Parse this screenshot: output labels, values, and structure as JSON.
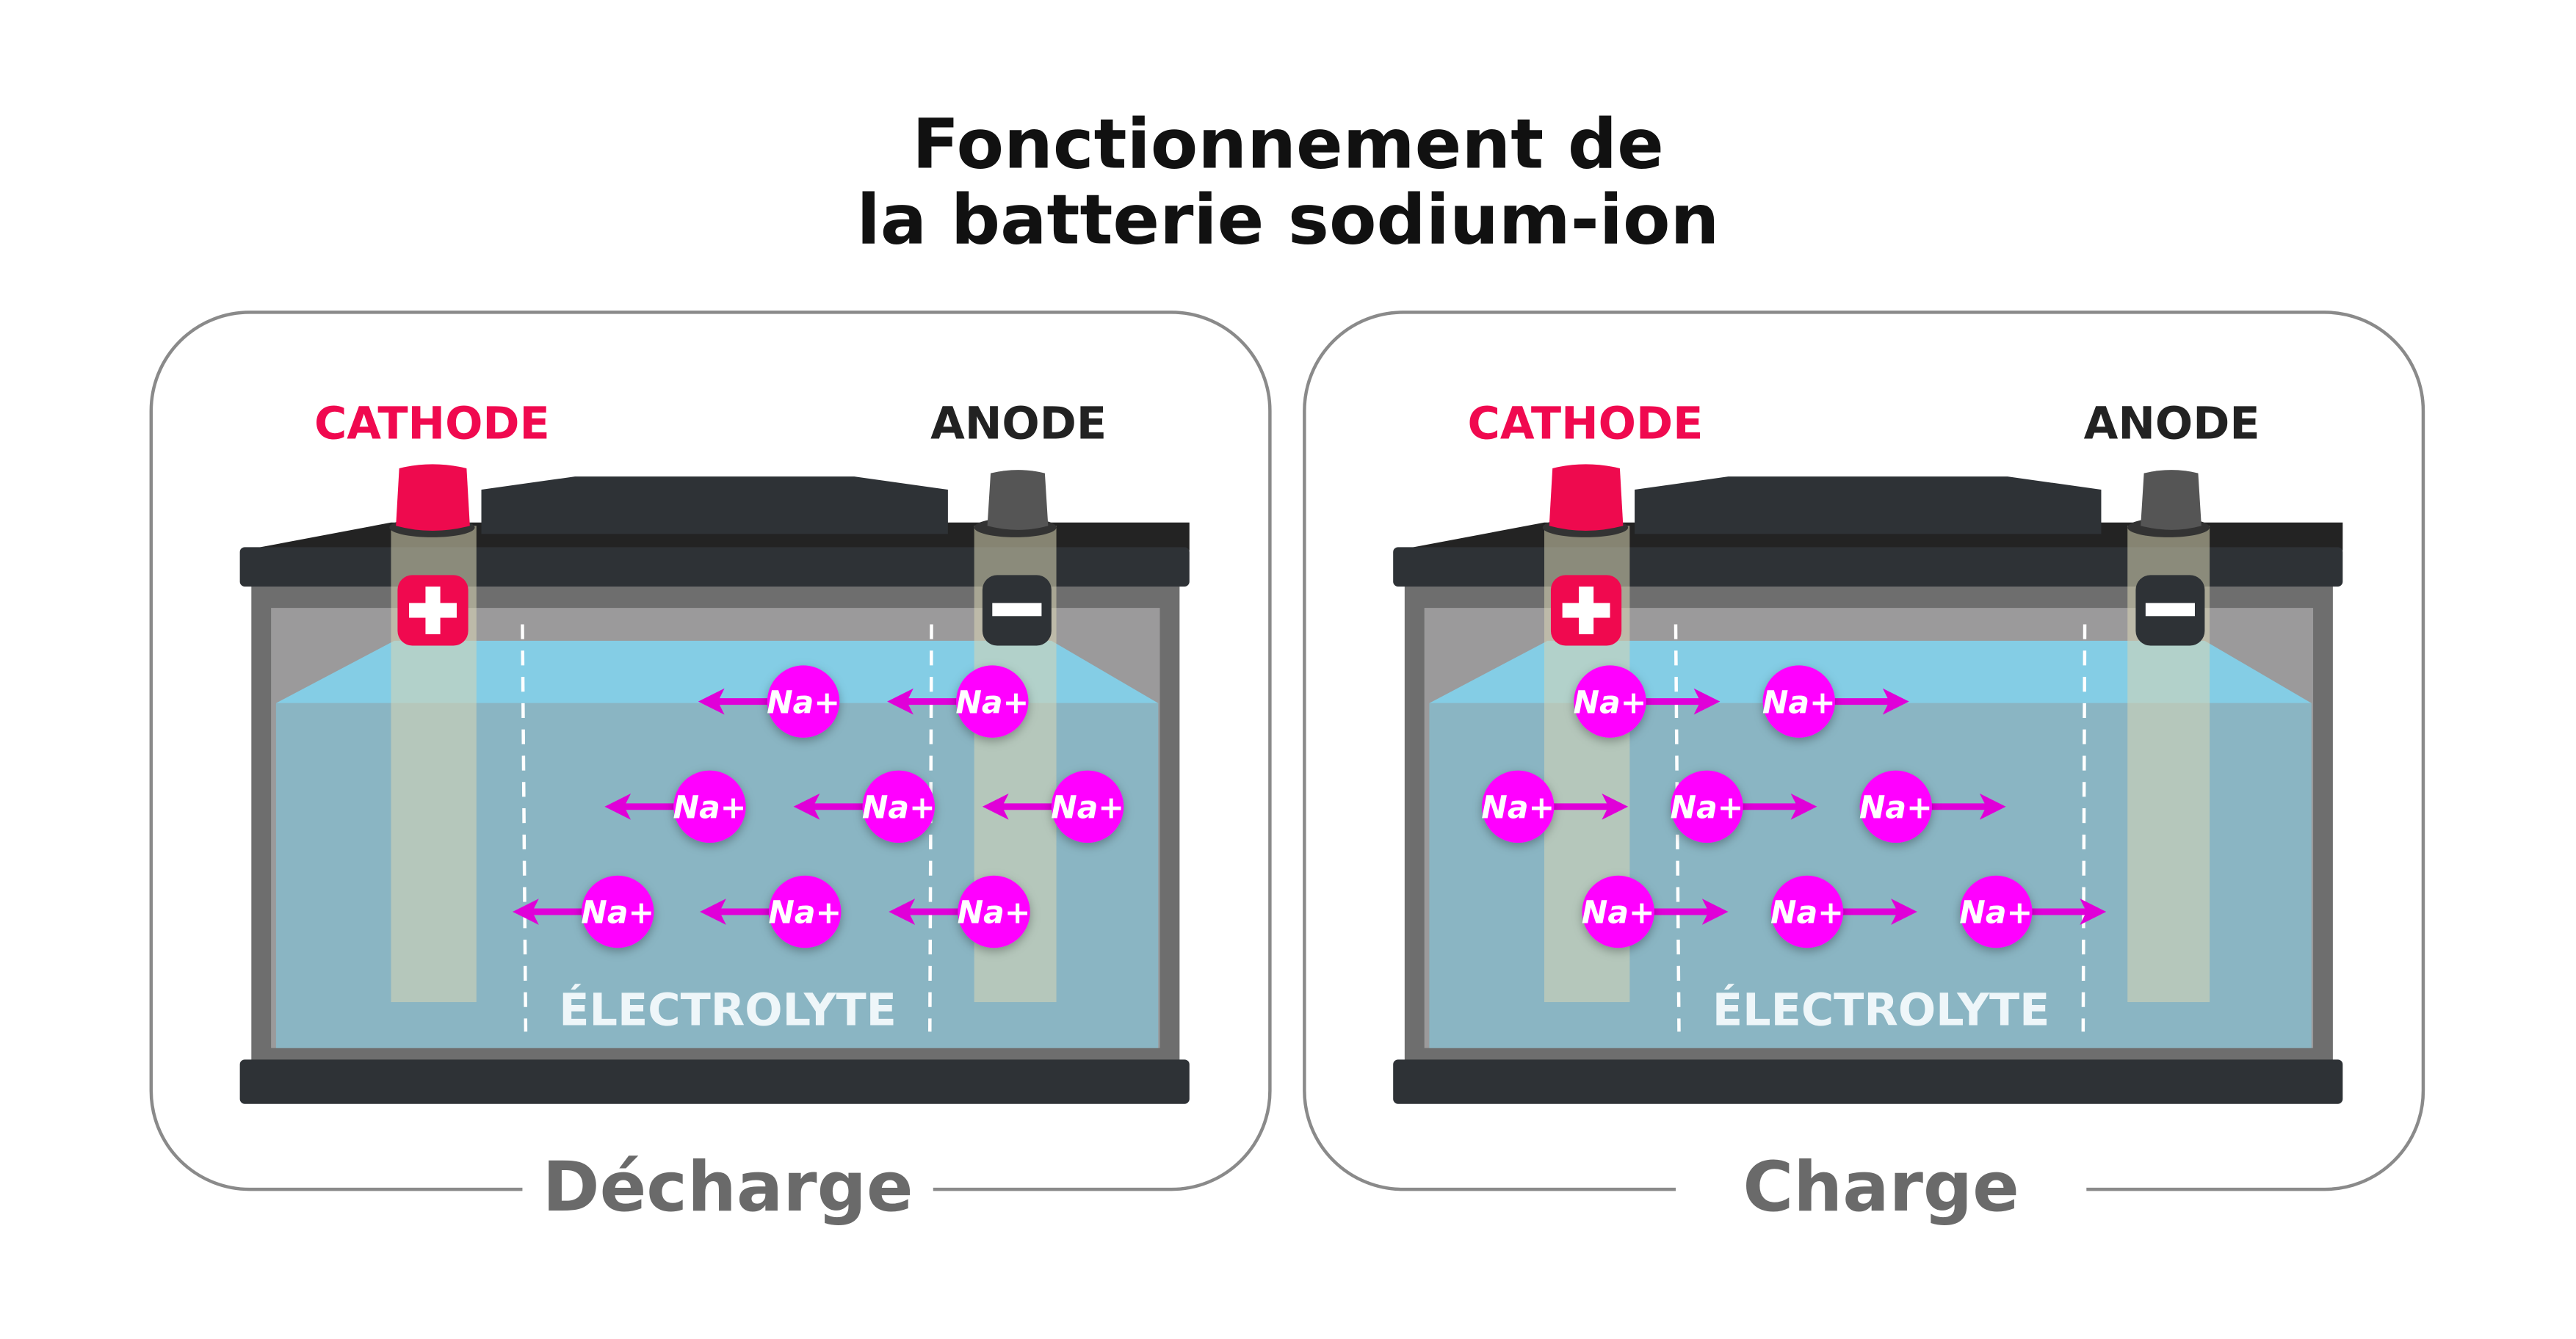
{
  "title": {
    "line1": "Fonctionnement de",
    "line2": "la batterie sodium-ion"
  },
  "colors": {
    "cathode": "#f0094f",
    "anode": "#222222",
    "ion": "#ff00ff",
    "arrow": "#e000d8",
    "caption": "#6a6a6a"
  },
  "ion_label": "Na+",
  "panels": [
    {
      "caption": "Décharge",
      "cathode_label": "CATHODE",
      "anode_label": "ANODE",
      "electrolyte_label": "ÉLECTROLYTE",
      "ion_direction": "left",
      "ion_count": 8
    },
    {
      "caption": "Charge",
      "cathode_label": "CATHODE",
      "anode_label": "ANODE",
      "electrolyte_label": "ÉLECTROLYTE",
      "ion_direction": "right",
      "ion_count": 8
    }
  ]
}
